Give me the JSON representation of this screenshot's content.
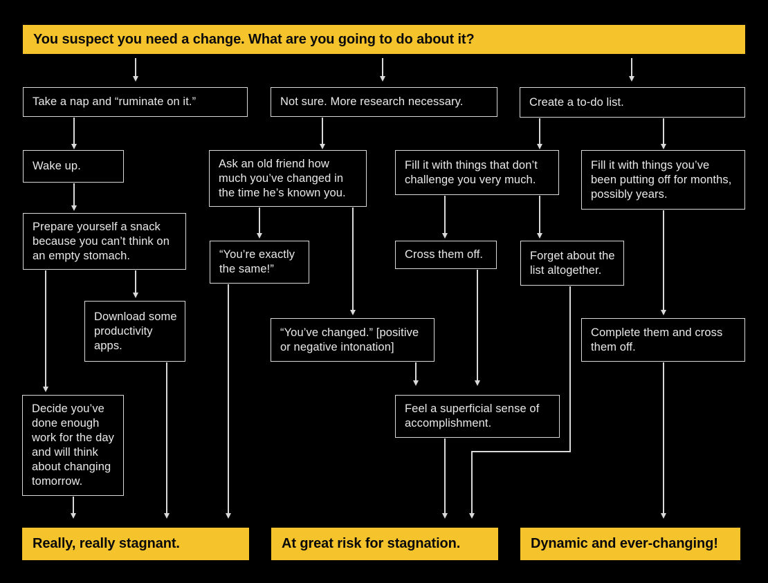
{
  "banner": {
    "text": "You suspect you need a change. What are you going to do about it?"
  },
  "nodes": {
    "take_nap": {
      "text": "Take a nap and “ruminate on it.”"
    },
    "not_sure": {
      "text": "Not sure. More research necessary."
    },
    "todo_list": {
      "text": "Create a to-do list."
    },
    "wake_up": {
      "text": "Wake up."
    },
    "ask_friend": {
      "text": "Ask an old friend how much you’ve changed in the time he’s known you."
    },
    "fill_easy": {
      "text": "Fill it with things that don’t challenge you very much."
    },
    "fill_postponed": {
      "text": "Fill it with things you’ve been putting off for months, possibly years."
    },
    "prepare_snack": {
      "text": "Prepare yourself a snack because you can’t think on an empty stomach."
    },
    "exactly_same": {
      "text": "“You’re exactly the same!”"
    },
    "cross_off": {
      "text": "Cross them off."
    },
    "forget_list": {
      "text": "Forget about the list altogether."
    },
    "download_apps": {
      "text": "Download some productivity apps."
    },
    "youve_changed": {
      "text": "“You’ve changed.” [positive or negative intonation]"
    },
    "complete_cross": {
      "text": "Complete them and cross them off."
    },
    "decide_done": {
      "text": "Decide you’ve done enough work for the day and will think about changing tomorrow."
    },
    "superficial": {
      "text": "Feel a superficial sense of accomplishment."
    }
  },
  "outcomes": {
    "stagnant": {
      "text": "Really, really stagnant."
    },
    "at_risk": {
      "text": "At great risk for stagnation."
    },
    "dynamic": {
      "text": "Dynamic and ever-changing!"
    }
  },
  "colors": {
    "background": "#000000",
    "accent_yellow": "#F5C32B",
    "line": "#DADADA",
    "box_text": "#E9E9E9",
    "banner_text": "#0A0A0A"
  }
}
